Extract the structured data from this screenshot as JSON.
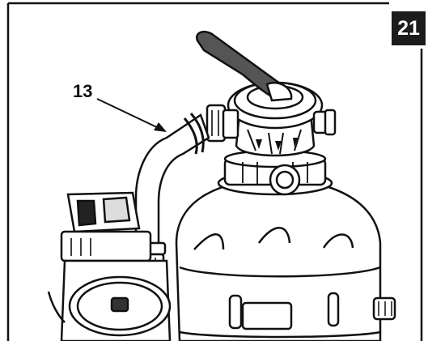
{
  "step_number": "21",
  "callout": {
    "label": "13"
  },
  "illustration": {
    "subject": "sand-filter-pump-assembly",
    "parts": [
      "multiport-valve-handle",
      "multiport-valve",
      "hose",
      "hose-clamp",
      "filter-tank",
      "pump-housing",
      "strainer-lid"
    ]
  },
  "colors": {
    "line": "#111111",
    "background": "#ffffff",
    "badge": "#1c1c1c"
  }
}
